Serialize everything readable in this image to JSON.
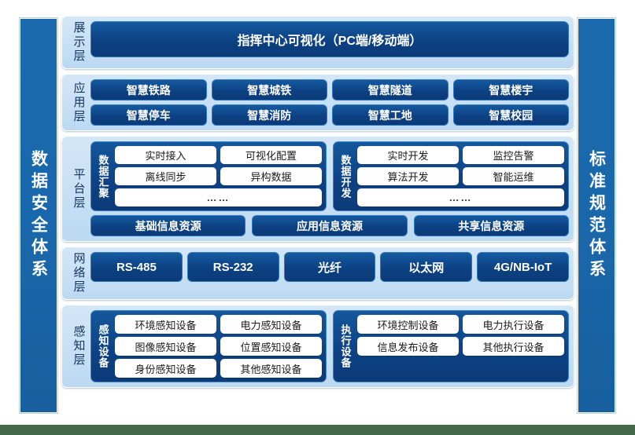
{
  "colors": {
    "page_background": "#44694a",
    "canvas": "#ffffff",
    "pillar": "#1a6aad",
    "layer_panel": "#c6deF4",
    "chip_navy": "#0d4183",
    "cell_white": "#ffffff",
    "label_text": "#15335c"
  },
  "pillars": {
    "left": "数据安全体系",
    "right": "标准规范体系"
  },
  "layers": [
    {
      "id": "presentation",
      "label": "展示层",
      "banner": "指挥中心可视化（PC端/移动端）"
    },
    {
      "id": "application",
      "label": "应用层",
      "rows": [
        [
          "智慧铁路",
          "智慧城铁",
          "智慧隧道",
          "智慧楼宇"
        ],
        [
          "智慧停车",
          "智慧消防",
          "智慧工地",
          "智慧校园"
        ]
      ]
    },
    {
      "id": "platform",
      "label": "平台层",
      "groups": [
        {
          "title": "数据汇聚",
          "rows": [
            [
              "实时接入",
              "可视化配置"
            ],
            [
              "离线同步",
              "异构数据"
            ]
          ],
          "ellipsis": "……"
        },
        {
          "title": "数据开发",
          "rows": [
            [
              "实时开发",
              "监控告警"
            ],
            [
              "算法开发",
              "智能运维"
            ]
          ],
          "ellipsis": "……"
        }
      ],
      "resources": [
        "基础信息资源",
        "应用信息资源",
        "共享信息资源"
      ]
    },
    {
      "id": "network",
      "label": "网络层",
      "items": [
        "RS-485",
        "RS-232",
        "光纤",
        "以太网",
        "4G/NB-IoT"
      ]
    },
    {
      "id": "perception",
      "label": "感知层",
      "groups": [
        {
          "title": "感知设备",
          "rows": [
            [
              "环境感知设备",
              "电力感知设备"
            ],
            [
              "图像感知设备",
              "位置感知设备"
            ],
            [
              "身份感知设备",
              "其他感知设备"
            ]
          ]
        },
        {
          "title": "执行设备",
          "rows": [
            [
              "环境控制设备",
              "电力执行设备"
            ],
            [
              "信息发布设备",
              "其他执行设备"
            ]
          ]
        }
      ]
    }
  ]
}
